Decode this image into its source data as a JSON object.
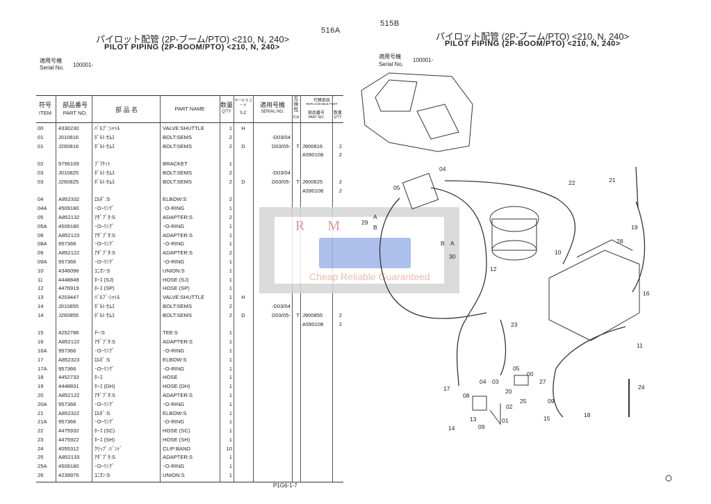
{
  "left_page": {
    "title_jp": "パイロット配管 (2P-ブーム/PTO) <210, N, 240>",
    "title_en": "PILOT PIPING (2P-BOOM/PTO) <210, N, 240>",
    "page_code": "516A",
    "serial_label_jp": "適用号機",
    "serial_label_en": "Serial No.",
    "serial_value": "100001-",
    "footer": "P1G6-1-7"
  },
  "table": {
    "headers": {
      "item_jp": "符号",
      "item": "ITEM",
      "part_no_jp": "部品番号",
      "part_no": "PART NO.",
      "name_jp": "部 品 名",
      "part_name": "PART NAME",
      "qty_jp": "数量",
      "qty": "Q'TY",
      "sc_jp": "サービスコード",
      "sc": "S.C",
      "serial_jp": "適用号機",
      "serial": "SERIAL NO.",
      "ica_jp": "互換性",
      "ica": "ICA",
      "rep_jp": "代替部品",
      "rep": "REPLACEABLE PART",
      "rep_part_jp": "部品番号",
      "rep_part": "PART NO.",
      "rep_qty_jp": "数量",
      "rep_qty": "Q'TY"
    },
    "rows": [
      [
        "00",
        "4330230",
        "ﾊﾞﾙﾌﾞ:ｼｬﾄﾙ",
        "VALVE:SHUTTLE",
        "1",
        "H",
        "",
        "",
        "",
        ""
      ],
      [
        "01",
        "J010816",
        "ﾎﾞﾙﾄ:ｾﾑｽ",
        "BOLT:SEMS",
        "2",
        "",
        "-D03/04",
        "",
        "",
        ""
      ],
      [
        "01",
        "J260816",
        "ﾎﾞﾙﾄ:ｾﾑｽ",
        "BOLT:SEMS",
        "2",
        "D",
        "D03/05-",
        "T",
        "J900816",
        "2"
      ],
      [
        "",
        "",
        "",
        "",
        "",
        "",
        "",
        "",
        "A590108",
        "2"
      ],
      [
        "02",
        "9756109",
        "ﾌﾞﾗｹｯﾄ",
        "BRACKET",
        "1",
        "",
        "",
        "",
        "",
        ""
      ],
      [
        "03",
        "J010825",
        "ﾎﾞﾙﾄ:ｾﾑｽ",
        "BOLT:SEMS",
        "2",
        "",
        "-D03/04",
        "",
        "",
        ""
      ],
      [
        "03",
        "J260825",
        "ﾎﾞﾙﾄ:ｾﾑｽ",
        "BOLT:SEMS",
        "2",
        "D",
        "D03/05-",
        "T",
        "J900825",
        "2"
      ],
      [
        "",
        "",
        "",
        "",
        "",
        "",
        "",
        "",
        "A590108",
        "2"
      ],
      [
        "04",
        "A852332",
        "ｴﾙﾎﾞ:S",
        "ELBOW:S",
        "2",
        "",
        "",
        "",
        "",
        ""
      ],
      [
        "04A",
        "4509180",
        "･Oｰﾘﾝｸﾞ",
        "･O-RING",
        "1",
        "",
        "",
        "",
        "",
        ""
      ],
      [
        "05",
        "A852132",
        "ｱﾀﾞﾌﾟﾀ:S",
        "ADAPTER:S",
        "2",
        "",
        "",
        "",
        "",
        ""
      ],
      [
        "05A",
        "4509180",
        "･Oｰﾘﾝｸﾞ",
        "･O-RING",
        "1",
        "",
        "",
        "",
        "",
        ""
      ],
      [
        "08",
        "A852123",
        "ｱﾀﾞﾌﾟﾀ:S",
        "ADAPTER:S",
        "1",
        "",
        "",
        "",
        "",
        ""
      ],
      [
        "08A",
        "957366",
        "･Oｰﾘﾝｸﾞ",
        "･O-RING",
        "1",
        "",
        "",
        "",
        "",
        ""
      ],
      [
        "09",
        "A852122",
        "ｱﾀﾞﾌﾟﾀ:S",
        "ADAPTER:S",
        "2",
        "",
        "",
        "",
        "",
        ""
      ],
      [
        "09A",
        "957366",
        "･Oｰﾘﾝｸﾞ",
        "･O-RING",
        "1",
        "",
        "",
        "",
        "",
        ""
      ],
      [
        "10",
        "4346096",
        "ﾕﾆｵﾝ:S",
        "UNION:S",
        "1",
        "",
        "",
        "",
        "",
        ""
      ],
      [
        "11",
        "4448848",
        "ﾎｰｽ (SJ)",
        "HOSE (SJ)",
        "1",
        "",
        "",
        "",
        "",
        ""
      ],
      [
        "12",
        "4476919",
        "ﾎｰｽ (SP)",
        "HOSE (SP)",
        "1",
        "",
        "",
        "",
        "",
        ""
      ],
      [
        "13",
        "4203447",
        "ﾊﾞﾙﾌﾞ:ｼｬﾄﾙ",
        "VALVE:SHUTTLE",
        "1",
        "H",
        "",
        "",
        "",
        ""
      ],
      [
        "14",
        "J010855",
        "ﾎﾞﾙﾄ:ｾﾑｽ",
        "BOLT:SEMS",
        "2",
        "",
        "-D03/04",
        "",
        "",
        ""
      ],
      [
        "14",
        "J260855",
        "ﾎﾞﾙﾄ:ｾﾑｽ",
        "BOLT:SEMS",
        "2",
        "D",
        "D03/05-",
        "T",
        "J900855",
        "2"
      ],
      [
        "",
        "",
        "",
        "",
        "",
        "",
        "",
        "",
        "A590108",
        "2"
      ],
      [
        "15",
        "4252786",
        "ﾁｰ:S",
        "TEE:S",
        "1",
        "",
        "",
        "",
        "",
        ""
      ],
      [
        "16",
        "A852122",
        "ｱﾀﾞﾌﾟﾀ:S",
        "ADAPTER:S",
        "1",
        "",
        "",
        "",
        "",
        ""
      ],
      [
        "16A",
        "957366",
        "･Oｰﾘﾝｸﾞ",
        "･O-RING",
        "1",
        "",
        "",
        "",
        "",
        ""
      ],
      [
        "17",
        "A852323",
        "ｴﾙﾎﾞ:S",
        "ELBOW:S",
        "1",
        "",
        "",
        "",
        "",
        ""
      ],
      [
        "17A",
        "957366",
        "･Oｰﾘﾝｸﾞ",
        "･O-RING",
        "1",
        "",
        "",
        "",
        "",
        ""
      ],
      [
        "18",
        "4452733",
        "ﾎｰｽ",
        "HOSE",
        "1",
        "",
        "",
        "",
        "",
        ""
      ],
      [
        "19",
        "4448831",
        "ﾎｰｽ (DH)",
        "HOSE (DH)",
        "1",
        "",
        "",
        "",
        "",
        ""
      ],
      [
        "20",
        "A852122",
        "ｱﾀﾞﾌﾟﾀ:S",
        "ADAPTER:S",
        "1",
        "",
        "",
        "",
        "",
        ""
      ],
      [
        "20A",
        "957366",
        "･Oｰﾘﾝｸﾞ",
        "･O-RING",
        "1",
        "",
        "",
        "",
        "",
        ""
      ],
      [
        "21",
        "A852322",
        "ｴﾙﾎﾞ:S",
        "ELBOW:S",
        "1",
        "",
        "",
        "",
        "",
        ""
      ],
      [
        "21A",
        "957366",
        "･Oｰﾘﾝｸﾞ",
        "･O-RING",
        "1",
        "",
        "",
        "",
        "",
        ""
      ],
      [
        "22",
        "4475932",
        "ﾎｰｽ (SC)",
        "HOSE (SC)",
        "1",
        "",
        "",
        "",
        "",
        ""
      ],
      [
        "23",
        "4475922",
        "ﾎｰｽ (SH)",
        "HOSE (SH)",
        "1",
        "",
        "",
        "",
        "",
        ""
      ],
      [
        "24",
        "4055312",
        "ｸﾘｯﾌﾟ:ﾊﾞﾝﾄﾞ",
        "CLIP:BAND",
        "10",
        "",
        "",
        "",
        "",
        ""
      ],
      [
        "25",
        "A852133",
        "ｱﾀﾞﾌﾟﾀ:S",
        "ADAPTER:S",
        "1",
        "",
        "",
        "",
        "",
        ""
      ],
      [
        "25A",
        "4509180",
        "･Oｰﾘﾝｸﾞ",
        "･O-RING",
        "1",
        "",
        "",
        "",
        "",
        ""
      ],
      [
        "26",
        "4239976",
        "ﾕﾆｵﾝ:S",
        "UNION:S",
        "1",
        "",
        "",
        "",
        "",
        ""
      ]
    ]
  },
  "right_page": {
    "page_code": "515B",
    "title_jp": "パイロット配管 (2P-ブーム/PTO) <210, N, 240>",
    "title_en": "PILOT PIPING (2P-BOOM/PTO) <210, N, 240>",
    "serial_label_jp": "適用号機",
    "serial_label_en": "Serial No.",
    "serial_value": "100001-",
    "callouts": [
      "04",
      "05",
      "29",
      "A",
      "B",
      "B",
      "A",
      "30",
      "22",
      "21",
      "19",
      "28",
      "10",
      "12",
      "16",
      "23",
      "11",
      "05",
      "00",
      "03",
      "04",
      "27",
      "08",
      "20",
      "25",
      "09",
      "02",
      "17",
      "13",
      "01",
      "09",
      "15",
      "18",
      "14",
      "24"
    ]
  },
  "watermark": {
    "brand": "R M",
    "slogan": "Cheap Reliable Guaranteed"
  }
}
